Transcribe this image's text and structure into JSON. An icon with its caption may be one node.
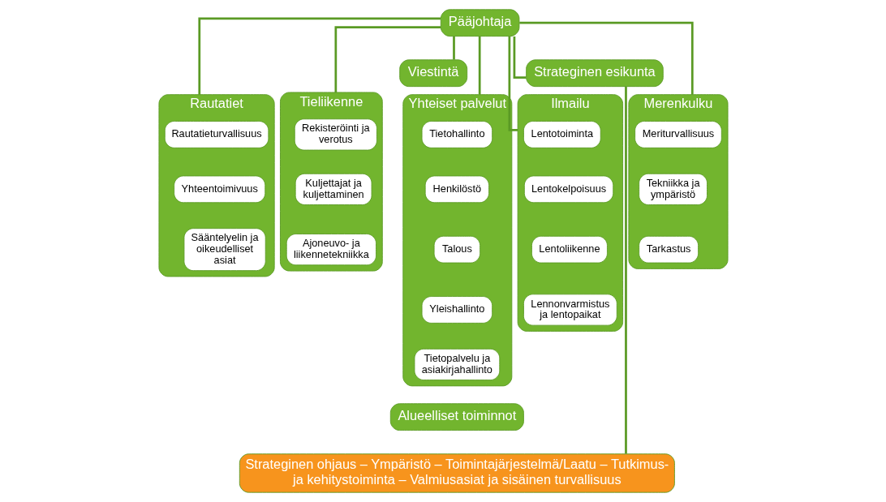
{
  "diagram": {
    "nodes": [
      {
        "text": [
          "Pääjohtaja"
        ]
      },
      {
        "text": [
          "Strateginen esikunta"
        ]
      },
      {
        "text": [
          "Viestintä"
        ]
      },
      {
        "text": [
          "Ilmailu"
        ]
      },
      {
        "text": [
          "Lentotoiminta"
        ],
        "in": 3
      },
      {
        "text": [
          "Lentokelpoisuus"
        ],
        "in": 3
      },
      {
        "text": [
          "Lentoliikenne"
        ],
        "in": 3
      },
      {
        "text": [
          "Lennonvarmistus ja lentopaikat"
        ],
        "in": 3
      },
      {
        "text": [
          "Merenkulku"
        ]
      },
      {
        "text": [
          "Meriturvallisuus"
        ],
        "in": 8
      },
      {
        "text": [
          "Tekniikka ja ympäristö"
        ],
        "in": 8
      },
      {
        "text": [
          "Tarkastus"
        ],
        "in": 8
      },
      {
        "text": [
          "Rautatiet"
        ]
      },
      {
        "text": [
          "Rautatieturvallisuus"
        ],
        "in": 12
      },
      {
        "text": [
          "Yhteentoimivuus"
        ],
        "in": 12
      },
      {
        "text": [
          "Sääntelyelin ja oikeudelliset asiat"
        ],
        "in": 12
      },
      {
        "text": [
          "Tieliikenne"
        ]
      },
      {
        "text": [
          "Rekisteröinti ja verotus"
        ],
        "in": 16
      },
      {
        "text": [
          "Kuljettajat ja kuljettaminen"
        ],
        "in": 16
      },
      {
        "text": [
          "Ajoneuvo- ja liikennetekniikka"
        ],
        "in": 16
      },
      {
        "text": [
          "Yhteiset palvelut"
        ]
      },
      {
        "text": [
          "Tietohallinto"
        ],
        "in": 20
      },
      {
        "text": [
          "Henkilöstö"
        ],
        "in": 20
      },
      {
        "text": [
          "Talous"
        ],
        "in": 20
      },
      {
        "text": [
          "Yleishallinto"
        ],
        "in": 20
      },
      {
        "text": [
          "Tietopalvelu ja asiakirjahallinto"
        ],
        "in": 20
      },
      {
        "text": [
          "Alueelliset toiminnot"
        ]
      },
      {
        "text": [
          "Strateginen ohjaus – Ympäristö – Toimintajärjestelmä/Laatu – Tutkimus- ja kehitystoiminta – Valmiusasiat ja sisäinen turvallisuus"
        ]
      }
    ],
    "edges": [
      {
        "from": 0,
        "to": 1,
        "arrow": "none"
      },
      {
        "from": 0,
        "to": 2,
        "arrow": "none"
      },
      {
        "from": 0,
        "to": 3,
        "arrow": "none"
      },
      {
        "from": 0,
        "to": 8,
        "arrow": "none"
      },
      {
        "from": 0,
        "to": 12,
        "arrow": "none"
      },
      {
        "from": 0,
        "to": 16,
        "arrow": "none"
      },
      {
        "from": 0,
        "to": 20,
        "arrow": "none"
      },
      {
        "from": 1,
        "to": 27,
        "arrow": "none"
      }
    ]
  }
}
